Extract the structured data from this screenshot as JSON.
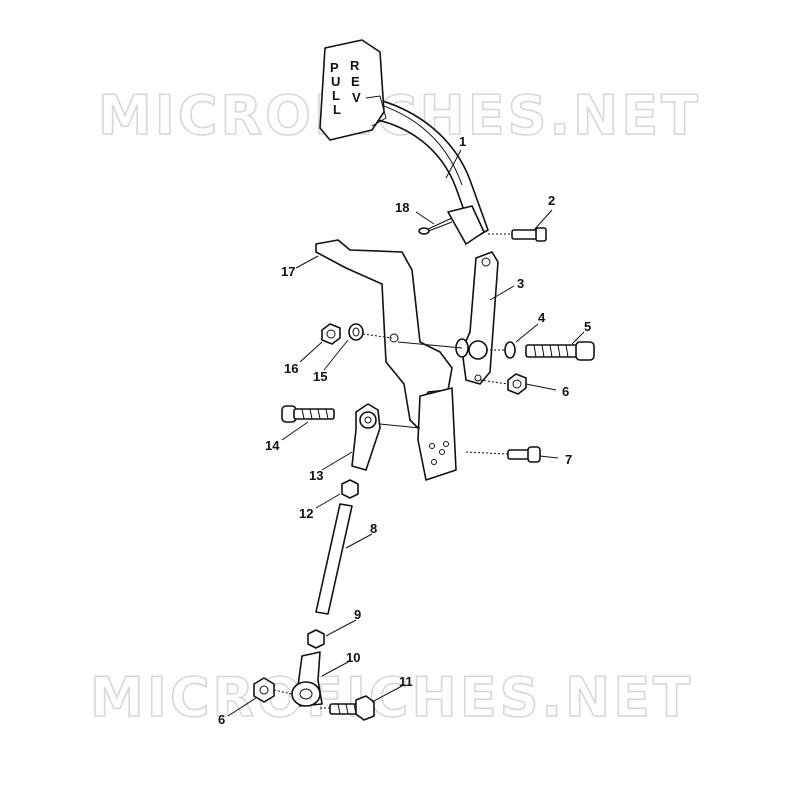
{
  "watermarks": [
    "MICROFICHES.NET",
    "MICROFICHES.NET"
  ],
  "handle_label": [
    "P",
    "U",
    "L",
    "L",
    "R",
    "E",
    "V"
  ],
  "callouts": [
    "1",
    "2",
    "3",
    "4",
    "5",
    "6",
    "7",
    "8",
    "9",
    "10",
    "11",
    "12",
    "13",
    "14",
    "15",
    "16",
    "17",
    "18",
    "6"
  ]
}
